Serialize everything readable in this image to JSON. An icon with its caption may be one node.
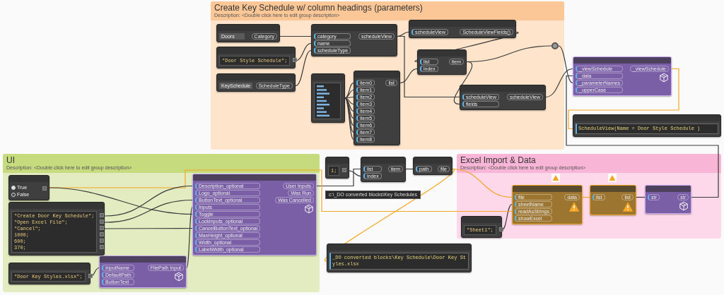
{
  "diagram": {
    "nodes": [
      {
        "text": [
          "Create Key Schedule w/ column headings (parameters)",
          "Description: <Double click here to edit group description>"
        ]
      },
      {
        "text": [
          "Doors",
          "Category"
        ],
        "in": 0
      },
      {
        "text": [
          "\"Door Style Schedule\";"
        ],
        "in": 0
      },
      {
        "text": [
          "KeySchedule",
          "ScheduleType"
        ],
        "in": 0
      },
      {
        "text": [
          "category",
          "name",
          "scheduleType",
          "scheduleView"
        ],
        "in": 0
      },
      {
        "text": [
          "scheduleView",
          "ScheduleViewFields()"
        ],
        "in": 0
      },
      {
        "text": [],
        "shape": "box",
        "in": 0
      },
      {
        "text": [
          "item0",
          "item1",
          "item2",
          "item3",
          "item4",
          "item5",
          "item6",
          "item7",
          "item8",
          "list"
        ],
        "in": 0
      },
      {
        "text": [
          "list",
          "index",
          "item"
        ],
        "in": 0
      },
      {
        "text": [
          "scheduleView",
          "fields",
          "scheduleView"
        ],
        "in": 0
      },
      {
        "text": [],
        "shape": "circle",
        "in": 0
      },
      {
        "text": [
          "_viewSchedule",
          "_data",
          "_parameterNames",
          "_upperCase",
          "_viewSchedule"
        ]
      },
      {
        "text": [
          "ScheduleView(Name = Door Style Schedule )"
        ]
      },
      {
        "text": [
          "1;"
        ]
      },
      {
        "text": [
          "list",
          "index",
          "item"
        ],
        "beside": [
          "c:\\_DO converted blocks\\Key Schedules"
        ]
      },
      {
        "text": [
          "path",
          "file"
        ]
      },
      {
        "text": [
          "Excel Import & Data",
          "Description: <Double click here to edit group description>"
        ]
      },
      {
        "text": [
          "file",
          "sheetName",
          "readAsStrings",
          "showExcel",
          "data"
        ],
        "in": 16
      },
      {
        "text": [
          "\"Sheet1\";"
        ],
        "in": 16
      },
      {
        "text": [
          "list",
          "list"
        ],
        "in": 16
      },
      {
        "text": [
          "str",
          "str"
        ],
        "in": 16
      },
      {
        "text": [
          "_DO converted blocks\\Key Schedule\\Door Key Styles.xlsx"
        ]
      },
      {
        "text": [
          "UI",
          "Description: <Double click here to edit group description>"
        ]
      },
      {
        "text": [
          "True",
          "False"
        ],
        "in": 22
      },
      {
        "text": [
          "\"Create Door Key Schedule\";",
          "\"Open Excel File\";",
          "\"Cancel\";",
          "1000;",
          "600;",
          "370;"
        ],
        "in": 22
      },
      {
        "text": [
          "\"Door Key Styles.xlsx\";"
        ],
        "in": 22
      },
      {
        "text": [
          "InputName",
          "DefaultPath",
          "ButtonText",
          "FilePath Input"
        ],
        "in": 22
      },
      {
        "text": [
          "Description_optional",
          "Logo_optional",
          "ButtonText_optional",
          "Inputs",
          "Toggle",
          "LockInputs_optional",
          "CancelButtonText_optional",
          "MaxHeight_optional",
          "Width_optional",
          "LabelWidth_optional",
          "User Inputs",
          "Was Run",
          "Was Cancelled"
        ],
        "in": 22
      }
    ],
    "edges": [
      {
        "from": 1,
        "to": 4,
        "arrow": "none"
      },
      {
        "from": 2,
        "to": 4,
        "arrow": "none"
      },
      {
        "from": 3,
        "to": 4,
        "arrow": "none"
      },
      {
        "from": 4,
        "to": 5,
        "arrow": "none"
      },
      {
        "from": 4,
        "to": 9,
        "arrow": "none"
      },
      {
        "from": 5,
        "to": 8,
        "arrow": "none"
      },
      {
        "from": 7,
        "to": 8,
        "arrow": "none"
      },
      {
        "from": 8,
        "to": 9,
        "arrow": "none"
      },
      {
        "from": 8,
        "to": 10,
        "arrow": "none"
      },
      {
        "from": 10,
        "to": 11,
        "arrow": "none"
      },
      {
        "from": 9,
        "to": 11,
        "arrow": "none"
      },
      {
        "from": 6,
        "to": 7,
        "arrow": "none"
      },
      {
        "from": 6,
        "to": 7,
        "arrow": "none"
      },
      {
        "from": 6,
        "to": 7,
        "arrow": "none"
      },
      {
        "from": 6,
        "to": 7,
        "arrow": "none"
      },
      {
        "from": 6,
        "to": 7,
        "arrow": "none"
      },
      {
        "from": 6,
        "to": 7,
        "arrow": "none"
      },
      {
        "from": 6,
        "to": 7,
        "arrow": "none"
      },
      {
        "from": 6,
        "to": 7,
        "arrow": "none"
      },
      {
        "from": 6,
        "to": 7,
        "arrow": "none"
      },
      {
        "from": 11,
        "to": 12,
        "arrow": "none",
        "color": "#f5a623"
      },
      {
        "from": 13,
        "to": 14,
        "arrow": "none"
      },
      {
        "from": 27,
        "to": 14,
        "arrow": "none"
      },
      {
        "from": 14,
        "to": 15,
        "arrow": "none"
      },
      {
        "from": 15,
        "to": 17,
        "arrow": "none",
        "color": "#f5a623"
      },
      {
        "from": 15,
        "to": 21,
        "arrow": "none",
        "color": "#f5a623"
      },
      {
        "from": 18,
        "to": 17,
        "arrow": "none"
      },
      {
        "from": 23,
        "to": 17,
        "arrow": "none",
        "color": "#f5a623"
      },
      {
        "from": 17,
        "to": 19,
        "arrow": "none",
        "color": "#f5a623"
      },
      {
        "from": 19,
        "to": 20,
        "arrow": "none"
      },
      {
        "from": 20,
        "to": 11,
        "arrow": "none"
      },
      {
        "from": 24,
        "to": 27,
        "arrow": "none"
      },
      {
        "from": 24,
        "to": 27,
        "arrow": "none"
      },
      {
        "from": 24,
        "to": 27,
        "arrow": "none"
      },
      {
        "from": 23,
        "to": 27,
        "arrow": "none"
      },
      {
        "from": 25,
        "to": 26,
        "arrow": "none"
      },
      {
        "from": 26,
        "to": 27,
        "arrow": "none"
      }
    ]
  }
}
